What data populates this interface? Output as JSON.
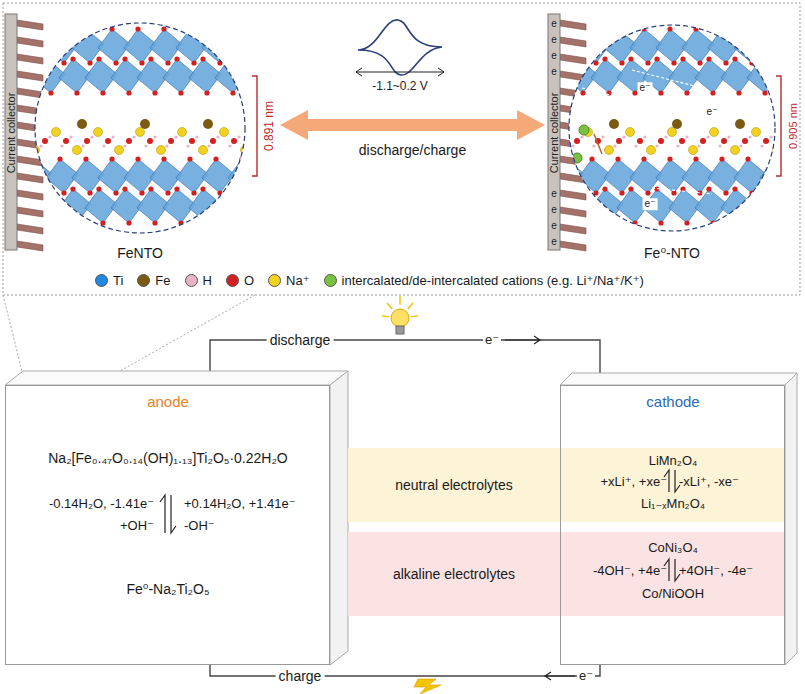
{
  "diagram": {
    "nodes": [
      {
        "text": [
          "FeNTO"
        ]
      },
      {
        "text": [
          "Fe⁰-NTO"
        ]
      },
      {
        "text": [
          "anode",
          "Na₂[Fe₀.₄₇O₀.₁₄(OH)₁.₁₃]Ti₂O₅·0.22H₂O",
          "-0.14H₂O, -1.41e⁻",
          "+0.14H₂O, +1.41e⁻",
          "+OH⁻",
          "-OH⁻",
          "Fe⁰-Na₂Ti₂O₅"
        ]
      },
      {
        "text": [
          "neutral electrolytes"
        ]
      },
      {
        "text": [
          "alkaline electrolytes"
        ]
      },
      {
        "text": [
          "cathode",
          "LiMn₂O₄",
          "+xLi⁺, +xe⁻",
          "-xLi⁺, -xe⁻",
          "Li₁₋ₓMn₂O₄",
          "CoNi₃O₄",
          "-4OH⁻, +4e⁻",
          "+4OH⁻, -4e⁻",
          "Co/NiOOH"
        ]
      }
    ],
    "edges": [
      {
        "from": 0,
        "to": 1,
        "label": "discharge/charge",
        "arrow": "both"
      },
      {
        "from": 2,
        "to": 5,
        "label": "discharge",
        "arrow": "none"
      },
      {
        "from": 2,
        "to": 5,
        "label": "charge",
        "arrow": "none"
      }
    ],
    "labels": [
      "Current collector",
      "Current collector",
      "0.891 nm",
      "0.905 nm",
      "-1.1~0.2 V",
      "e",
      "e",
      "e",
      "e",
      "e",
      "e",
      "e",
      "e",
      "e⁻",
      "e⁻",
      "e⁻",
      "e⁻",
      "e⁻"
    ],
    "legend": [
      {
        "text": "Ti",
        "color": "#1e88e5"
      },
      {
        "text": "Fe",
        "color": "#7b5b14"
      },
      {
        "text": "H",
        "color": "#e8b4c4"
      },
      {
        "text": "O",
        "color": "#d42020"
      },
      {
        "text": "Na⁺",
        "color": "#f2d21e"
      },
      {
        "text": "intercalated/de-intercalated cations (e.g. Li⁺/Na⁺/K⁺)",
        "color": "#7ac143"
      }
    ]
  }
}
